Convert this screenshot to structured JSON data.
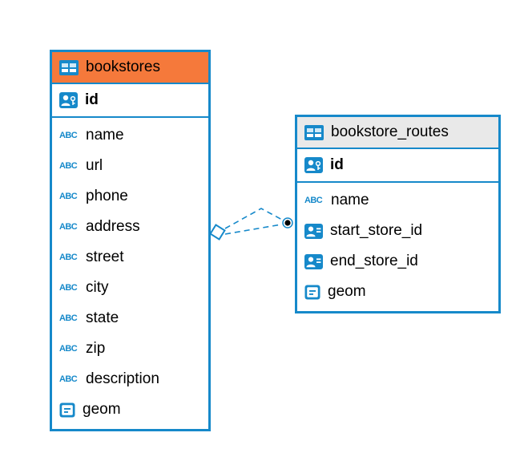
{
  "diagram": {
    "icons": {
      "text_type_label": "ABC"
    },
    "connector": {
      "style": "dashed",
      "color": "#1689ca",
      "from_table": "bookstores",
      "to_table": "bookstore_routes"
    },
    "tables": [
      {
        "name": "bookstores",
        "header_color": "#f5793b",
        "pk": {
          "label": "id",
          "type": "primary-key"
        },
        "columns": [
          {
            "label": "name",
            "type": "text"
          },
          {
            "label": "url",
            "type": "text"
          },
          {
            "label": "phone",
            "type": "text"
          },
          {
            "label": "address",
            "type": "text"
          },
          {
            "label": "street",
            "type": "text"
          },
          {
            "label": "city",
            "type": "text"
          },
          {
            "label": "state",
            "type": "text"
          },
          {
            "label": "zip",
            "type": "text"
          },
          {
            "label": "description",
            "type": "text"
          },
          {
            "label": "geom",
            "type": "geometry"
          }
        ]
      },
      {
        "name": "bookstore_routes",
        "header_color": "#e9e9e9",
        "pk": {
          "label": "id",
          "type": "primary-key"
        },
        "columns": [
          {
            "label": "name",
            "type": "text"
          },
          {
            "label": "start_store_id",
            "type": "reference"
          },
          {
            "label": "end_store_id",
            "type": "reference"
          },
          {
            "label": "geom",
            "type": "geometry"
          }
        ]
      }
    ]
  }
}
